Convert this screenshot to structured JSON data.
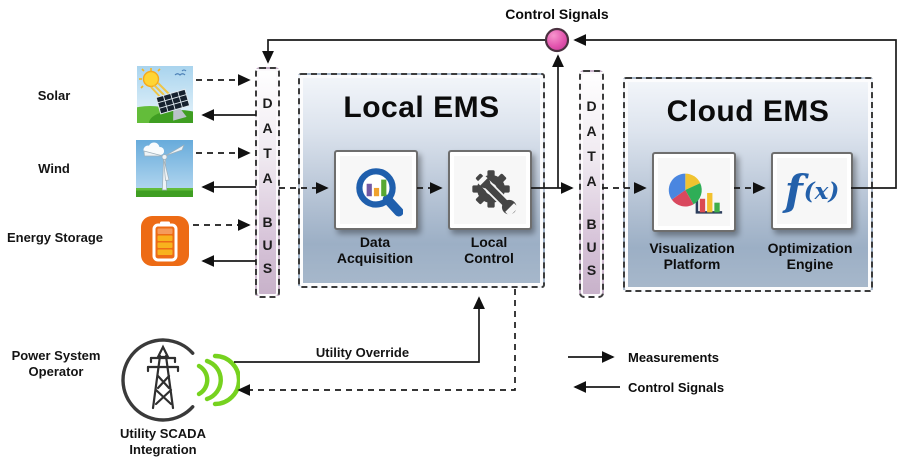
{
  "header": {
    "control_signals_label": "Control Signals"
  },
  "sources": [
    {
      "label": "Solar",
      "icon": "solar-panel-icon"
    },
    {
      "label": "Wind",
      "icon": "wind-turbine-icon"
    },
    {
      "label": "Energy Storage",
      "icon": "battery-icon"
    }
  ],
  "bus": {
    "letters_data": [
      "D",
      "A",
      "T",
      "A"
    ],
    "letters_bus": [
      "B",
      "U",
      "S"
    ]
  },
  "local_ems": {
    "title": "Local EMS",
    "modules": [
      {
        "label": "Data\nAcquisition",
        "icon": "magnifier-chart-icon"
      },
      {
        "label": "Local\nControl",
        "icon": "gear-wrench-icon"
      }
    ]
  },
  "cloud_ems": {
    "title": "Cloud EMS",
    "modules": [
      {
        "label": "Visualization\nPlatform",
        "icon": "pie-bar-chart-icon"
      },
      {
        "label": "Optimization\nEngine",
        "icon": "function-icon",
        "icon_f": "f",
        "icon_x": "(x)"
      }
    ]
  },
  "operator": {
    "label": "Power System\nOperator",
    "caption": "Utility SCADA\nIntegration"
  },
  "annotations": {
    "utility_override": "Utility Override"
  },
  "legend": [
    {
      "label": "Measurements",
      "arrow": "solid-right"
    },
    {
      "label": "Control Signals",
      "arrow": "solid-left"
    }
  ],
  "colors": {
    "node_pink": "#e254ae",
    "bus_fill": "#c7b1c9",
    "ems_fill_mid": "#9cafc5",
    "signal_green": "#76d21f",
    "battery_orange": "#ed6b15",
    "icon_blue": "#1f5fad",
    "line_black": "#1a1a1a"
  }
}
